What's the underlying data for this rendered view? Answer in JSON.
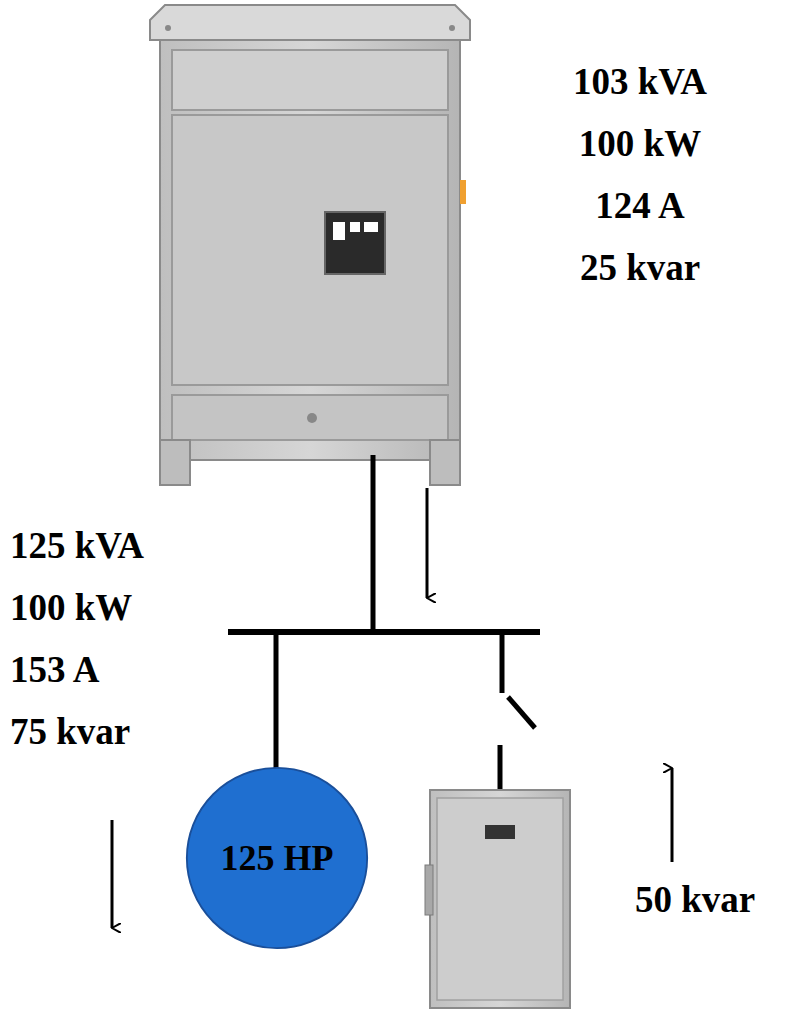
{
  "diagram": {
    "nodes": [
      {
        "text": [
          "125 HP"
        ]
      }
    ],
    "labels": [
      "103 kVA",
      "100 kW",
      "124 A",
      "25 kvar",
      "125 kVA",
      "100 kW",
      "153 A",
      "75 kvar",
      "50 kvar"
    ]
  }
}
